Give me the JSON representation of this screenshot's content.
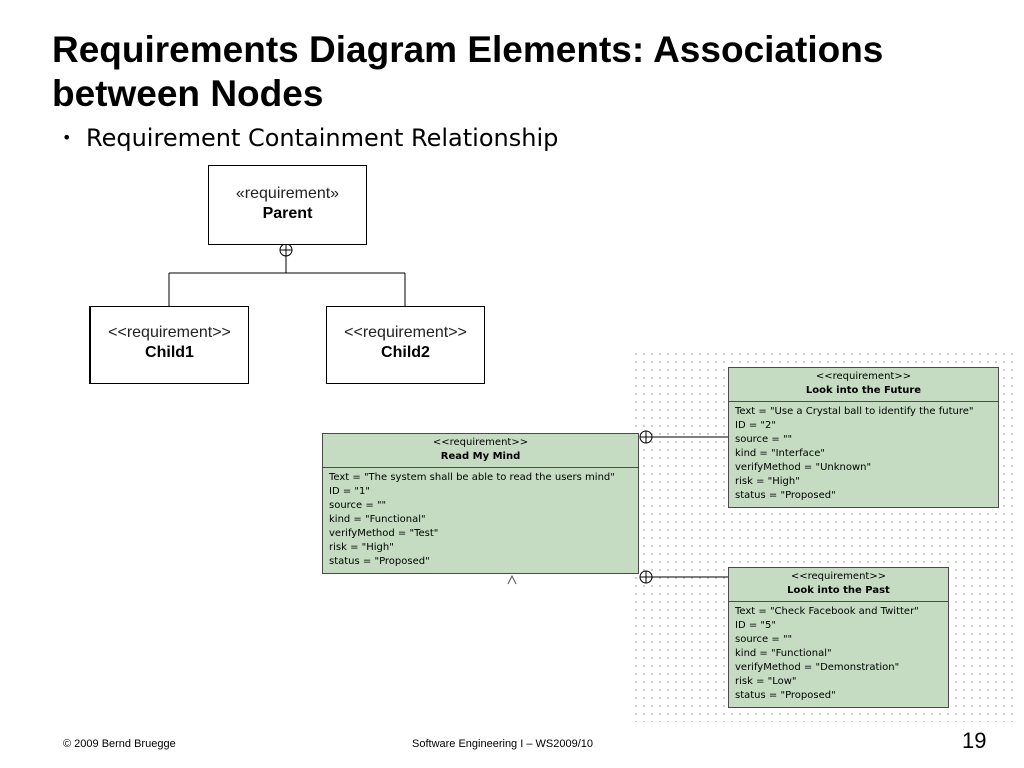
{
  "slide": {
    "title": "Requirements Diagram Elements: Associations between Nodes",
    "bullet": "Requirement Containment Relationship"
  },
  "left_diagram": {
    "parent": {
      "stereotype": "«requirement»",
      "name": "Parent"
    },
    "child1": {
      "stereotype": "<<requirement>>",
      "name": "Child1"
    },
    "child2": {
      "stereotype": "<<requirement>>",
      "name": "Child2"
    }
  },
  "right_diagram": {
    "read_my_mind": {
      "stereotype": "<<requirement>>",
      "name": "Read My Mind",
      "fields": [
        "Text = \"The system shall be able to read the users mind\"",
        "ID = \"1\"",
        "source = \"\"",
        "kind = \"Functional\"",
        "verifyMethod = \"Test\"",
        "risk = \"High\"",
        "status = \"Proposed\""
      ]
    },
    "look_into_future": {
      "stereotype": "<<requirement>>",
      "name": "Look into the Future",
      "fields": [
        "Text = \"Use a Crystal ball to identify the future\"",
        "ID = \"2\"",
        "source = \"\"",
        "kind = \"Interface\"",
        "verifyMethod = \"Unknown\"",
        "risk = \"High\"",
        "status = \"Proposed\""
      ]
    },
    "look_into_past": {
      "stereotype": "<<requirement>>",
      "name": "Look into the Past",
      "fields": [
        "Text = \"Check Facebook and Twitter\"",
        "ID = \"5\"",
        "source = \"\"",
        "kind = \"Functional\"",
        "verifyMethod = \"Demonstration\"",
        "risk = \"Low\"",
        "status = \"Proposed\""
      ]
    }
  },
  "footer": {
    "copyright": "© 2009 Bernd Bruegge",
    "course": "Software Engineering  I – WS2009/10",
    "page_number": "19"
  }
}
